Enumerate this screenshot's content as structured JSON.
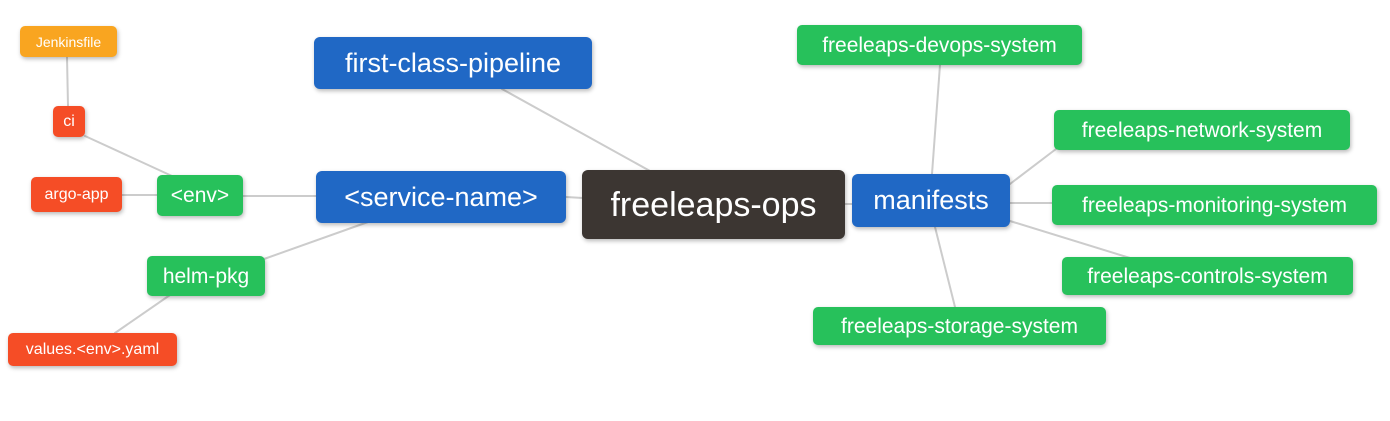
{
  "diagram": {
    "type": "mindmap",
    "root_label": "freeleaps-ops",
    "nodes": {
      "freeleaps_ops": {
        "label": "freeleaps-ops",
        "level": "root"
      },
      "first_class_pipeline": {
        "label": "first-class-pipeline",
        "level": "branch"
      },
      "service_name": {
        "label": "<service-name>",
        "level": "branch"
      },
      "manifests": {
        "label": "manifests",
        "level": "branch"
      },
      "env": {
        "label": "<env>",
        "level": "green"
      },
      "helm_pkg": {
        "label": "helm-pkg",
        "level": "green"
      },
      "ci": {
        "label": "ci",
        "level": "red"
      },
      "argo_app": {
        "label": "argo-app",
        "level": "red"
      },
      "values_env_yaml": {
        "label": "values.<env>.yaml",
        "level": "red"
      },
      "jenkinsfile": {
        "label": "Jenkinsfile",
        "level": "orange"
      },
      "devops_system": {
        "label": "freeleaps-devops-system",
        "level": "green"
      },
      "network_system": {
        "label": "freeleaps-network-system",
        "level": "green"
      },
      "monitoring_system": {
        "label": "freeleaps-monitoring-system",
        "level": "green"
      },
      "controls_system": {
        "label": "freeleaps-controls-system",
        "level": "green"
      },
      "storage_system": {
        "label": "freeleaps-storage-system",
        "level": "green"
      }
    },
    "edges": [
      "jenkinsfile - ci",
      "ci - env",
      "argo-app - env",
      "env - service-name",
      "helm-pkg - service-name",
      "values.env.yaml - helm-pkg",
      "service-name - freeleaps-ops",
      "first-class-pipeline - freeleaps-ops",
      "freeleaps-ops - manifests",
      "manifests - freeleaps-devops-system",
      "manifests - freeleaps-network-system",
      "manifests - freeleaps-monitoring-system",
      "manifests - freeleaps-controls-system",
      "manifests - freeleaps-storage-system"
    ],
    "colors": {
      "canvas_bg": "#ffffff",
      "root_bg": "#3C3632",
      "branch_bg": "#2068C5",
      "leaf_green_bg": "#27C15B",
      "leaf_red_bg": "#F54D26",
      "leaf_orange_bg": "#F9A520",
      "edge_color": "#CCCCCC",
      "node_text": "#FFFFFF"
    }
  }
}
